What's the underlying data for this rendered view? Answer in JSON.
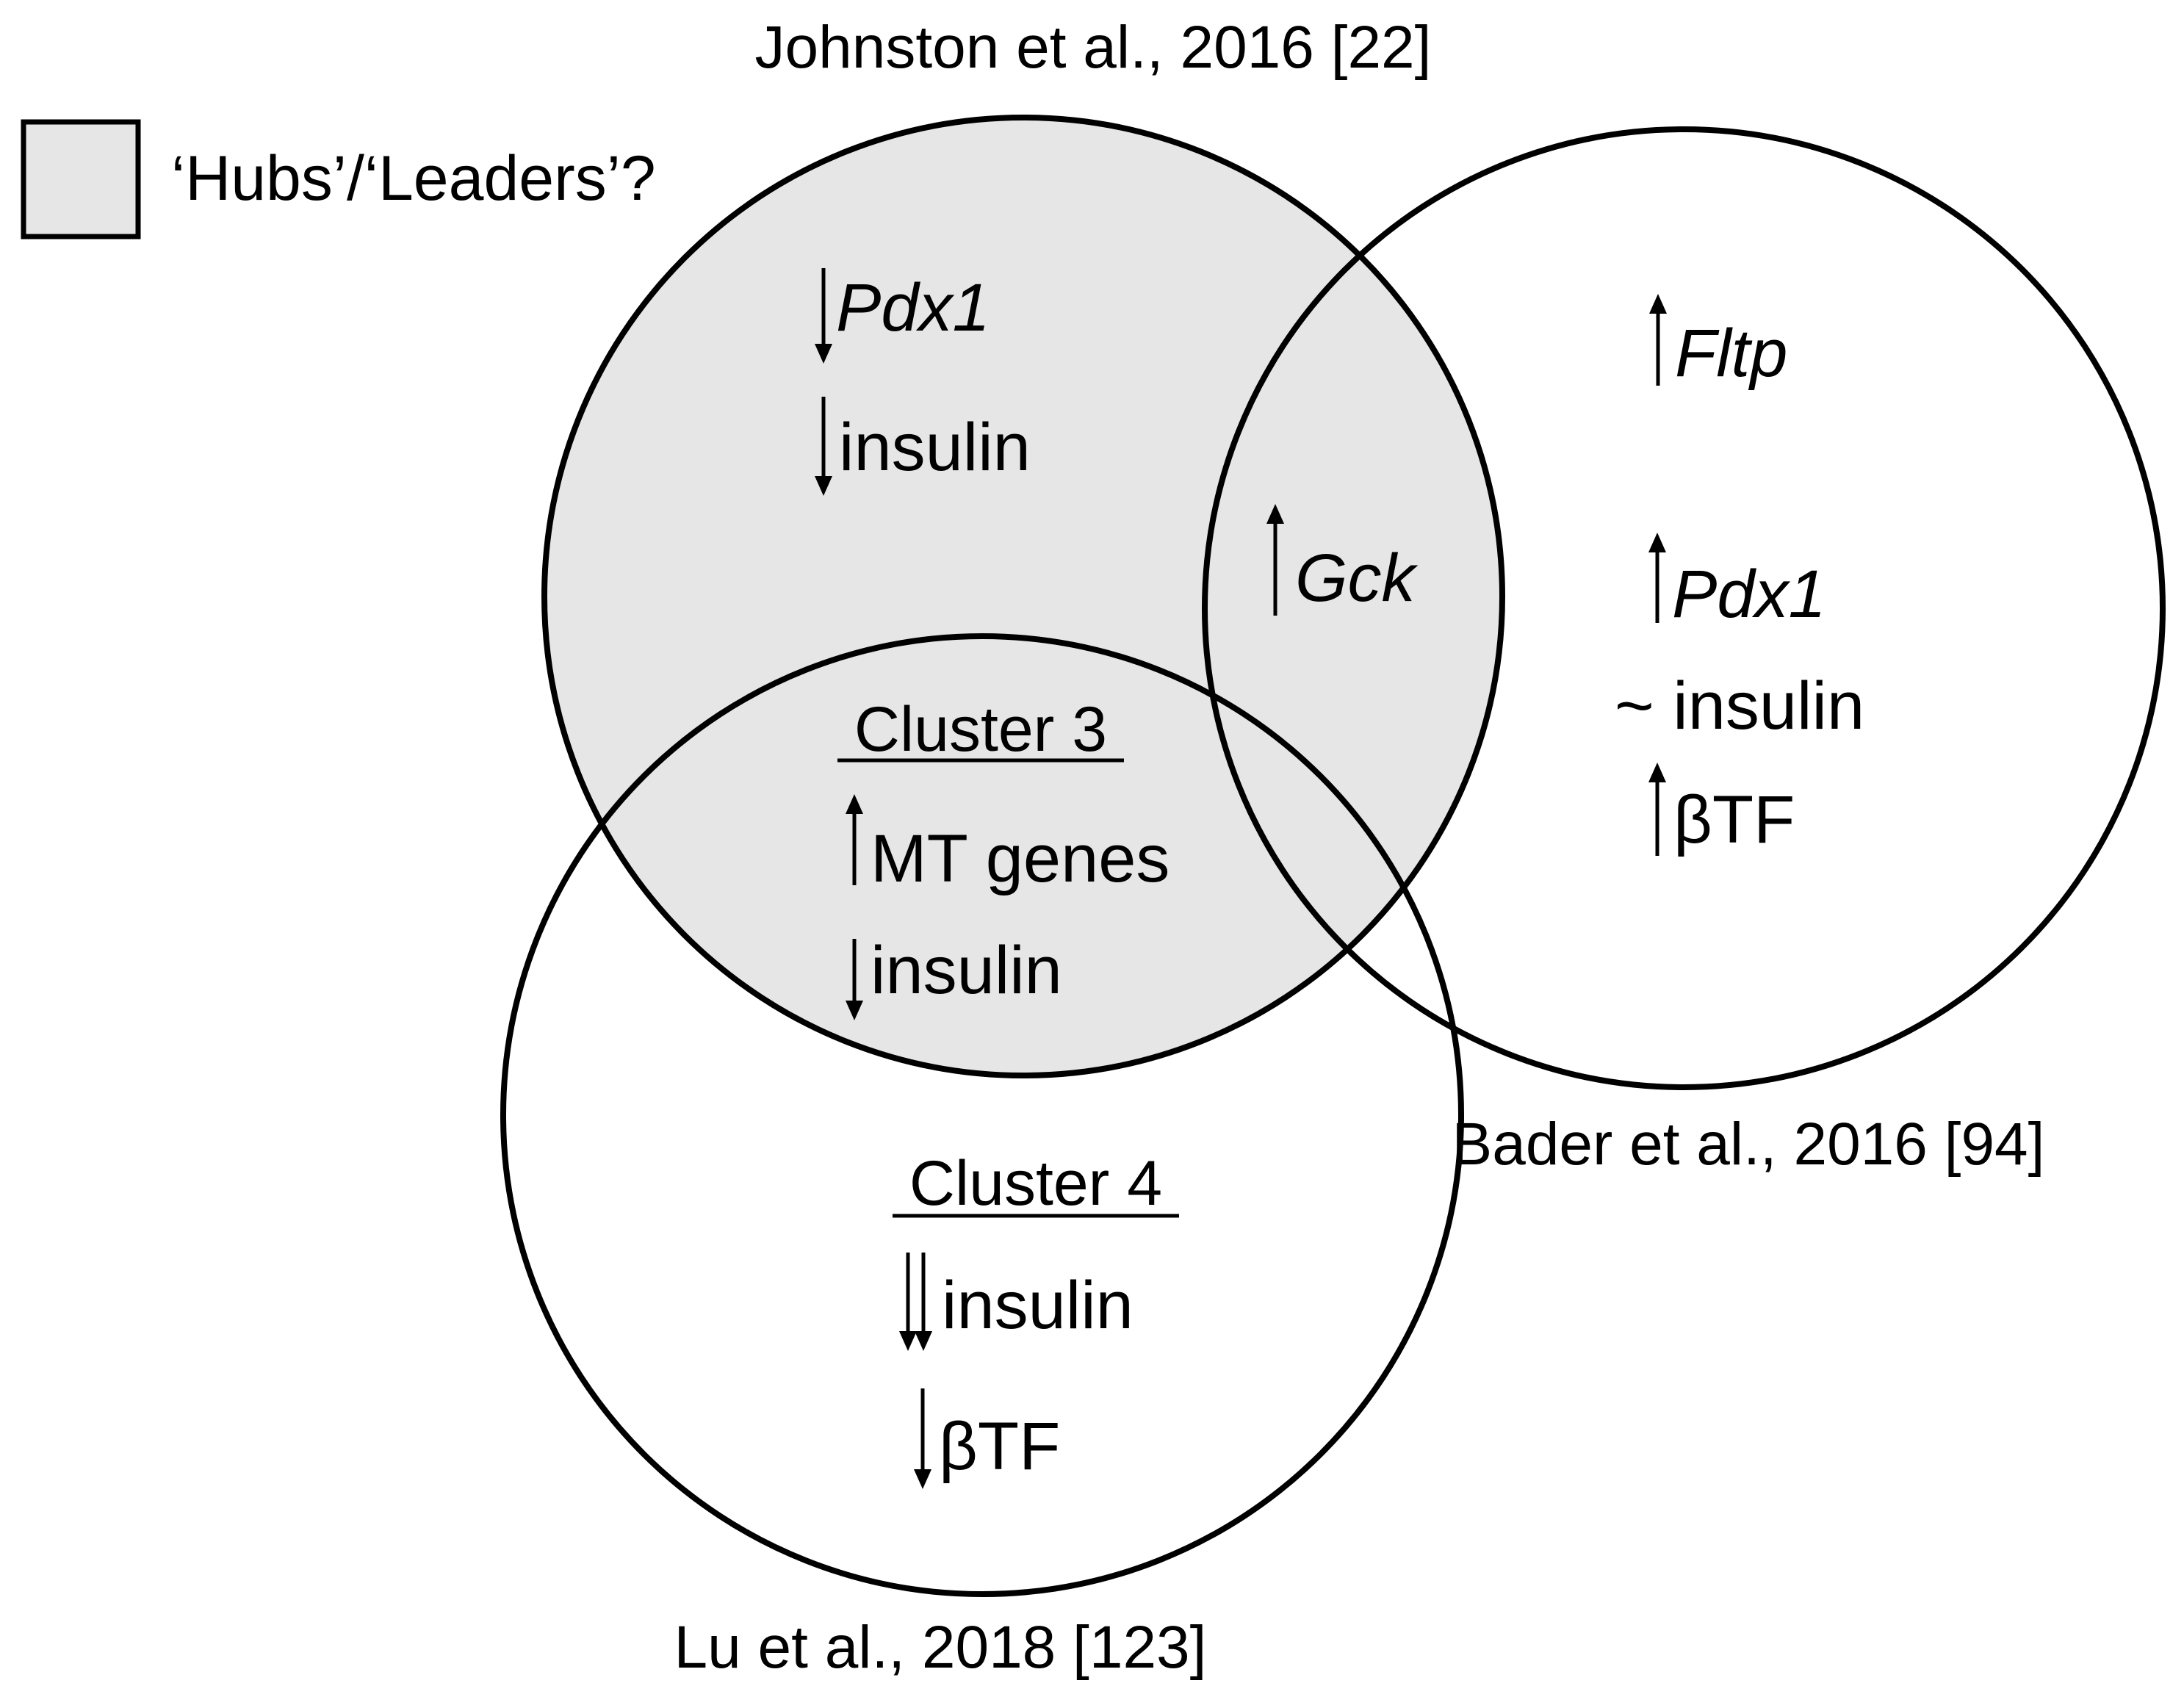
{
  "legend": {
    "label": "‘Hubs’/‘Leaders’?",
    "swatch_color": "#e6e6e6"
  },
  "circles": {
    "johnston": {
      "title": "Johnston et al., 2016 [22]",
      "fill": "#e6e6e6",
      "items": [
        {
          "arrow": "down",
          "text": "Pdx1",
          "italic": true
        },
        {
          "arrow": "down",
          "text": "insulin",
          "italic": false
        }
      ]
    },
    "bader": {
      "title": "Bader et al., 2016 [94]",
      "items": [
        {
          "arrow": "up",
          "text": "Fltp",
          "italic": true
        },
        {
          "arrow": "up",
          "text": "Pdx1",
          "italic": true
        },
        {
          "arrow": "none",
          "text": "~ insulin",
          "italic": false
        },
        {
          "arrow": "up",
          "text": "βTF",
          "italic": false
        }
      ]
    },
    "lu": {
      "title": "Lu et al., 2018  [123]",
      "cluster4_title": "Cluster 4",
      "items": [
        {
          "arrow": "double-down",
          "text": "insulin",
          "italic": false
        },
        {
          "arrow": "down",
          "text": "βTF",
          "italic": false
        }
      ]
    }
  },
  "overlaps": {
    "johnston_bader": {
      "items": [
        {
          "arrow": "up",
          "text": "Gck",
          "italic": true
        }
      ]
    },
    "johnston_lu": {
      "cluster3_title": "Cluster 3",
      "items": [
        {
          "arrow": "up",
          "text": "MT genes",
          "italic": false
        },
        {
          "arrow": "down",
          "text": "insulin",
          "italic": false
        }
      ]
    }
  }
}
